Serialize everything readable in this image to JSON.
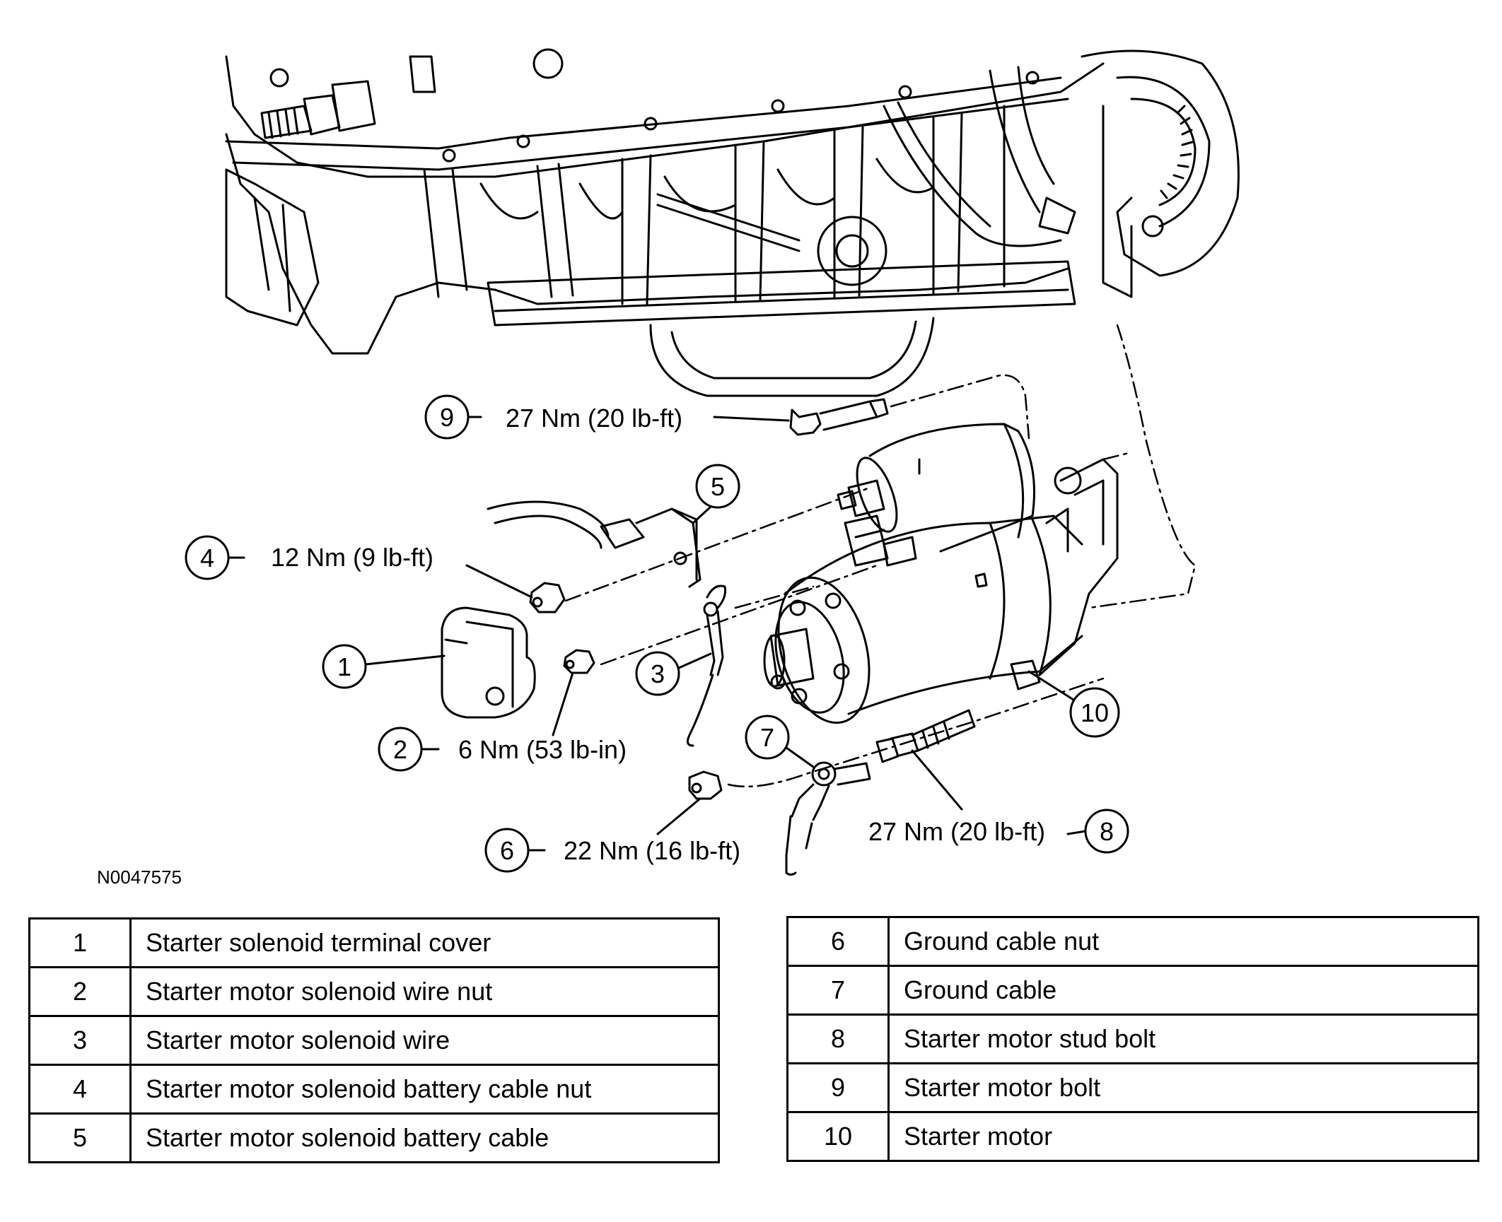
{
  "figure_id": "N0047575",
  "callouts": [
    {
      "number": "9",
      "torque": "27 Nm (20 lb-ft)"
    },
    {
      "number": "4",
      "torque": "12 Nm (9 lb-ft)"
    },
    {
      "number": "2",
      "torque": "6 Nm (53 lb-in)"
    },
    {
      "number": "6",
      "torque": "22 Nm (16 lb-ft)"
    },
    {
      "number": "8",
      "torque": "27 Nm (20 lb-ft)"
    },
    {
      "number": "5"
    },
    {
      "number": "1"
    },
    {
      "number": "3"
    },
    {
      "number": "7"
    },
    {
      "number": "10"
    }
  ],
  "legend_left": [
    {
      "number": "1",
      "description": "Starter solenoid terminal cover"
    },
    {
      "number": "2",
      "description": "Starter motor solenoid wire nut"
    },
    {
      "number": "3",
      "description": "Starter motor solenoid wire"
    },
    {
      "number": "4",
      "description": "Starter motor solenoid battery cable nut"
    },
    {
      "number": "5",
      "description": "Starter motor solenoid battery cable"
    }
  ],
  "legend_right": [
    {
      "number": "6",
      "description": "Ground cable nut"
    },
    {
      "number": "7",
      "description": "Ground cable"
    },
    {
      "number": "8",
      "description": "Starter motor stud bolt"
    },
    {
      "number": "9",
      "description": "Starter motor bolt"
    },
    {
      "number": "10",
      "description": "Starter motor"
    }
  ]
}
